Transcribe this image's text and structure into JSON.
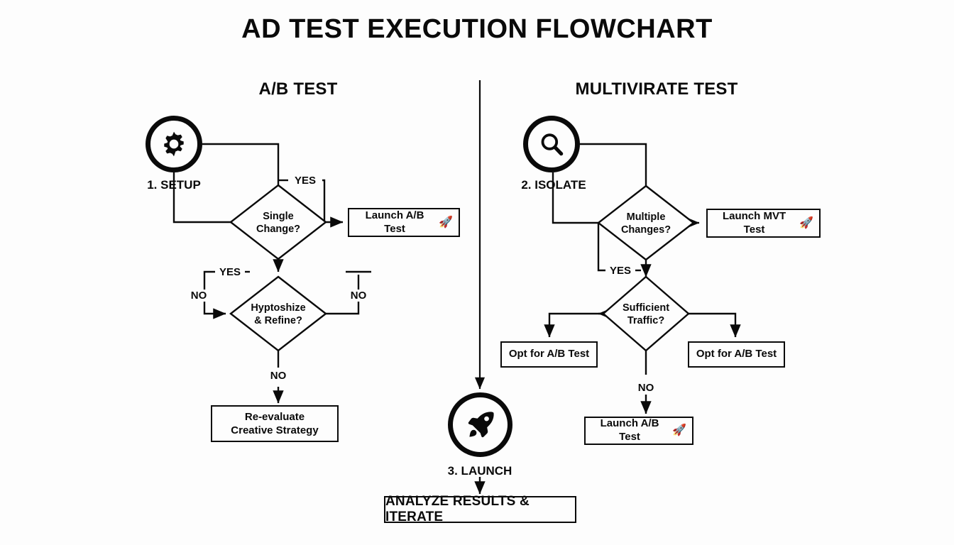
{
  "page": {
    "title": "AD TEST EXECUTION FLOWCHART",
    "background_color": "#fdfdfd",
    "ink_color": "#0a0a0a"
  },
  "columns": {
    "left": {
      "heading": "A/B TEST"
    },
    "right": {
      "heading": "MULTIVIRATE TEST"
    }
  },
  "nodes": {
    "setup": {
      "label": "1. SETUP",
      "icon": "gear-icon"
    },
    "isolate": {
      "label": "2. ISOLATE",
      "icon": "magnifier-icon"
    },
    "launch": {
      "label": "3. LAUNCH",
      "icon": "rocket-icon"
    },
    "single_change": {
      "line1": "Single",
      "line2": "Change?"
    },
    "hypothesize": {
      "line1": "Hyptoshize",
      "line2": "& Refine?"
    },
    "multiple_changes": {
      "line1": "Multiple",
      "line2": "Changes?"
    },
    "sufficient_traffic": {
      "line1": "Sufficient",
      "line2": "Traffic?"
    },
    "launch_ab_left": {
      "text": "Launch A/B Test",
      "icon": "rocket-icon"
    },
    "reevaluate": {
      "line1": "Re-evaluate",
      "line2": "Creative Strategy"
    },
    "launch_mvt": {
      "text": "Launch MVT Test",
      "icon": "rocket-icon"
    },
    "opt_ab_left": {
      "text": "Opt for A/B Test"
    },
    "opt_ab_right": {
      "text": "Opt for A/B Test"
    },
    "launch_ab_right": {
      "text": "Launch A/B Test",
      "icon": "rocket-icon"
    },
    "analyze": {
      "text": "ANALYZE RESULTS & ITERATE"
    }
  },
  "edge_labels": {
    "single_change_yes": "YES",
    "hypothesize_loop_yes": "YES",
    "hypothesize_loop_no": "NO",
    "hypothesize_right_no": "NO",
    "hypothesize_down_no": "NO",
    "multiple_changes_yes": "YES",
    "sufficient_traffic_no": "NO"
  },
  "chart_data": {
    "type": "diagram",
    "title": "AD TEST EXECUTION FLOWCHART",
    "diagram_kind": "flowchart",
    "lanes": [
      "A/B TEST",
      "MULTIVIRATE TEST"
    ],
    "steps": [
      {
        "id": "setup",
        "kind": "start-icon",
        "label": "1. SETUP",
        "lane": "A/B TEST"
      },
      {
        "id": "single_change",
        "kind": "decision",
        "label": "Single Change?",
        "lane": "A/B TEST"
      },
      {
        "id": "launch_ab_left",
        "kind": "process",
        "label": "Launch A/B Test",
        "lane": "A/B TEST"
      },
      {
        "id": "hypothesize",
        "kind": "decision",
        "label": "Hyptoshize & Refine?",
        "lane": "A/B TEST"
      },
      {
        "id": "reevaluate",
        "kind": "process",
        "label": "Re-evaluate Creative Strategy",
        "lane": "A/B TEST"
      },
      {
        "id": "isolate",
        "kind": "start-icon",
        "label": "2. ISOLATE",
        "lane": "MULTIVIRATE TEST"
      },
      {
        "id": "multiple_changes",
        "kind": "decision",
        "label": "Multiple Changes?",
        "lane": "MULTIVIRATE TEST"
      },
      {
        "id": "launch_mvt",
        "kind": "process",
        "label": "Launch MVT Test",
        "lane": "MULTIVIRATE TEST"
      },
      {
        "id": "sufficient_traffic",
        "kind": "decision",
        "label": "Sufficient Traffic?",
        "lane": "MULTIVIRATE TEST"
      },
      {
        "id": "opt_ab_left",
        "kind": "process",
        "label": "Opt for A/B Test",
        "lane": "MULTIVIRATE TEST"
      },
      {
        "id": "opt_ab_right",
        "kind": "process",
        "label": "Opt for A/B Test",
        "lane": "MULTIVIRATE TEST"
      },
      {
        "id": "launch_ab_right",
        "kind": "process",
        "label": "Launch A/B Test",
        "lane": "MULTIVIRATE TEST"
      },
      {
        "id": "launch",
        "kind": "end-icon",
        "label": "3. LAUNCH",
        "lane": "center"
      },
      {
        "id": "analyze",
        "kind": "process",
        "label": "ANALYZE RESULTS & ITERATE",
        "lane": "center"
      }
    ],
    "edges": [
      {
        "from": "setup",
        "to": "single_change",
        "label": ""
      },
      {
        "from": "single_change",
        "to": "launch_ab_left",
        "label": "YES"
      },
      {
        "from": "single_change",
        "to": "hypothesize",
        "label": ""
      },
      {
        "from": "hypothesize",
        "to": "hypothesize",
        "label": "YES / NO"
      },
      {
        "from": "hypothesize",
        "to": "hypothesize",
        "label": "NO"
      },
      {
        "from": "hypothesize",
        "to": "reevaluate",
        "label": "NO"
      },
      {
        "from": "isolate",
        "to": "multiple_changes",
        "label": ""
      },
      {
        "from": "multiple_changes",
        "to": "launch_mvt",
        "label": ""
      },
      {
        "from": "multiple_changes",
        "to": "sufficient_traffic",
        "label": "YES"
      },
      {
        "from": "sufficient_traffic",
        "to": "opt_ab_left",
        "label": ""
      },
      {
        "from": "sufficient_traffic",
        "to": "opt_ab_right",
        "label": ""
      },
      {
        "from": "sufficient_traffic",
        "to": "launch_ab_right",
        "label": "NO"
      },
      {
        "from": "top-center",
        "to": "launch",
        "label": ""
      },
      {
        "from": "launch",
        "to": "analyze",
        "label": ""
      }
    ]
  }
}
